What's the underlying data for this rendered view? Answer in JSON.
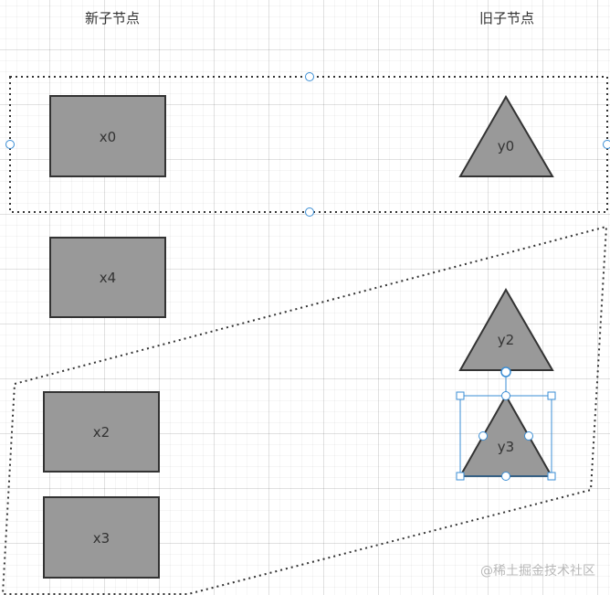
{
  "headings": {
    "new_children": "新子节点",
    "old_children": "旧子节点"
  },
  "new_nodes": [
    {
      "id": "x0",
      "label": "x0"
    },
    {
      "id": "x4",
      "label": "x4"
    },
    {
      "id": "x2",
      "label": "x2"
    },
    {
      "id": "x3",
      "label": "x3"
    }
  ],
  "old_nodes": [
    {
      "id": "y0",
      "label": "y0"
    },
    {
      "id": "y2",
      "label": "y2"
    },
    {
      "id": "y3",
      "label": "y3",
      "selected": true
    }
  ],
  "watermark": "@稀土掘金技术社区",
  "colors": {
    "node_fill": "#999999",
    "node_stroke": "#333333",
    "node_text": "#333333",
    "dotted_outline": "#333333",
    "selection": "#3a8dd4"
  }
}
